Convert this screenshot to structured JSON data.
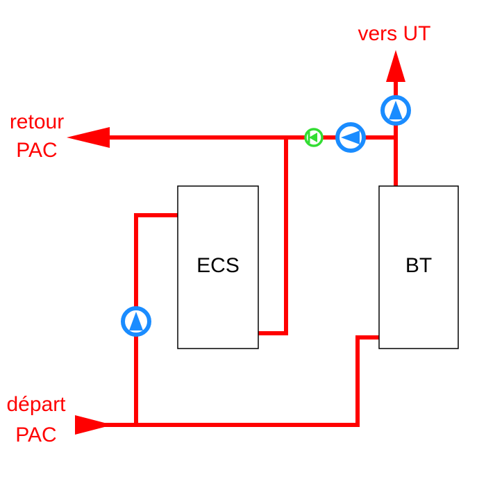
{
  "colors": {
    "pipe": "#ff0000",
    "pump": "#1a8cff",
    "valve": "#33dd33",
    "tank_border": "#000000",
    "text_red": "#ff0000",
    "text_black": "#000000"
  },
  "labels": {
    "vers_ut": "vers UT",
    "retour_line1": "retour",
    "retour_line2": "PAC",
    "depart_line1": "départ",
    "depart_line2": "PAC"
  },
  "tanks": {
    "ecs": "ECS",
    "bt": "BT"
  },
  "icons": {
    "pump": "circulator-pump-icon",
    "valve": "check-valve-icon",
    "arrow": "flow-arrow-icon"
  }
}
